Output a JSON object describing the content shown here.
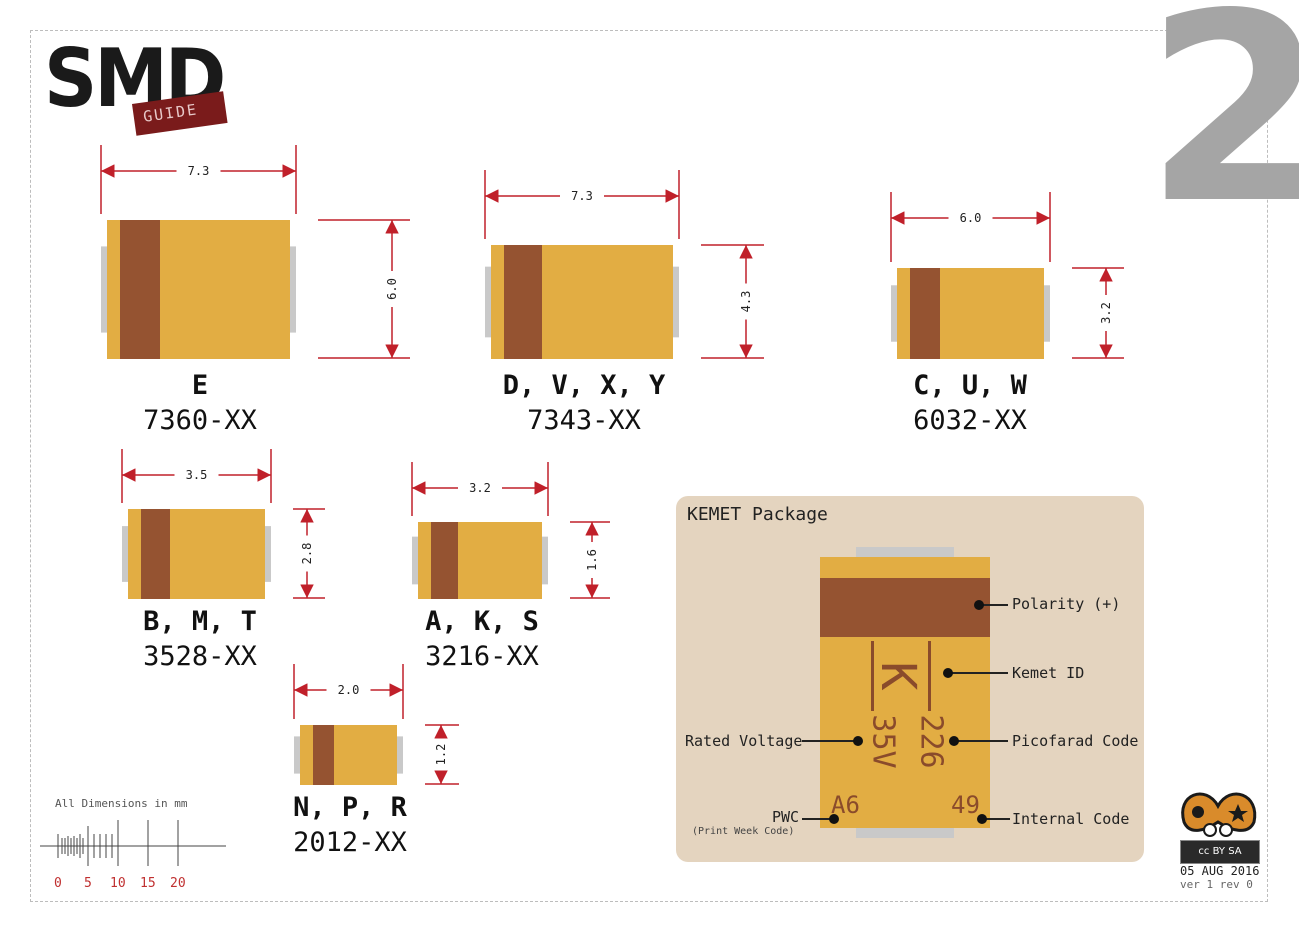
{
  "header": {
    "logo_text": "SMD",
    "logo_tag": "GUIDE",
    "page_number": "2"
  },
  "packages": [
    {
      "code": "E",
      "size": "7360-XX",
      "width": "7.3",
      "height": "6.0"
    },
    {
      "code": "D, V, X, Y",
      "size": "7343-XX",
      "width": "7.3",
      "height": "4.3"
    },
    {
      "code": "C, U, W",
      "size": "6032-XX",
      "width": "6.0",
      "height": "3.2"
    },
    {
      "code": "B, M, T",
      "size": "3528-XX",
      "width": "3.5",
      "height": "2.8"
    },
    {
      "code": "A, K, S",
      "size": "3216-XX",
      "width": "3.2",
      "height": "1.6"
    },
    {
      "code": "N, P, R",
      "size": "2012-XX",
      "width": "2.0",
      "height": "1.2"
    }
  ],
  "kemet": {
    "title": "KEMET Package",
    "marking_id": "K",
    "marking_cap": "226",
    "marking_volt": "35V",
    "marking_pwc": "A6",
    "marking_internal": "49",
    "labels": {
      "polarity": "Polarity (+)",
      "kemet_id": "Kemet ID",
      "rated_voltage": "Rated Voltage",
      "picofarad_code": "Picofarad Code",
      "pwc": "PWC",
      "pwc_note": "(Print Week Code)",
      "internal_code": "Internal Code"
    }
  },
  "scale": {
    "note": "All Dimensions in mm",
    "ticks": [
      "0",
      "5",
      "10",
      "15",
      "20"
    ]
  },
  "footer": {
    "license_badge": "cc BY SA",
    "date": "05 AUG 2016",
    "version": "ver 1 rev 0"
  },
  "colors": {
    "body": "#e2ad43",
    "band": "#955331",
    "terminal": "#c9c9c9",
    "dimension": "#c0202a",
    "panel": "#e4d4bf",
    "page_number": "#a5a5a5",
    "tag": "#7a1b1b"
  }
}
